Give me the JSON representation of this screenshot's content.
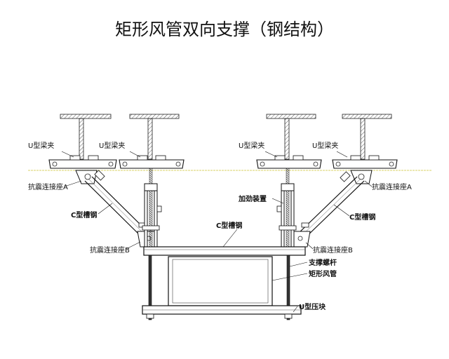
{
  "title": "矩形风管双向支撑（钢结构）",
  "labels": {
    "u_beam_clamp": "U型梁夹",
    "seismic_seat_a": "抗震连接座A",
    "seismic_seat_b": "抗震连接座B",
    "c_channel": "C型槽钢",
    "stiffener": "加劲装置",
    "support_rod": "支撑螺杆",
    "rect_duct": "矩形风管",
    "u_clamp_block": "U型压块"
  },
  "colors": {
    "line": "#111111",
    "beam_edge": "#e8e4a0",
    "fill_light": "#ffffff"
  }
}
